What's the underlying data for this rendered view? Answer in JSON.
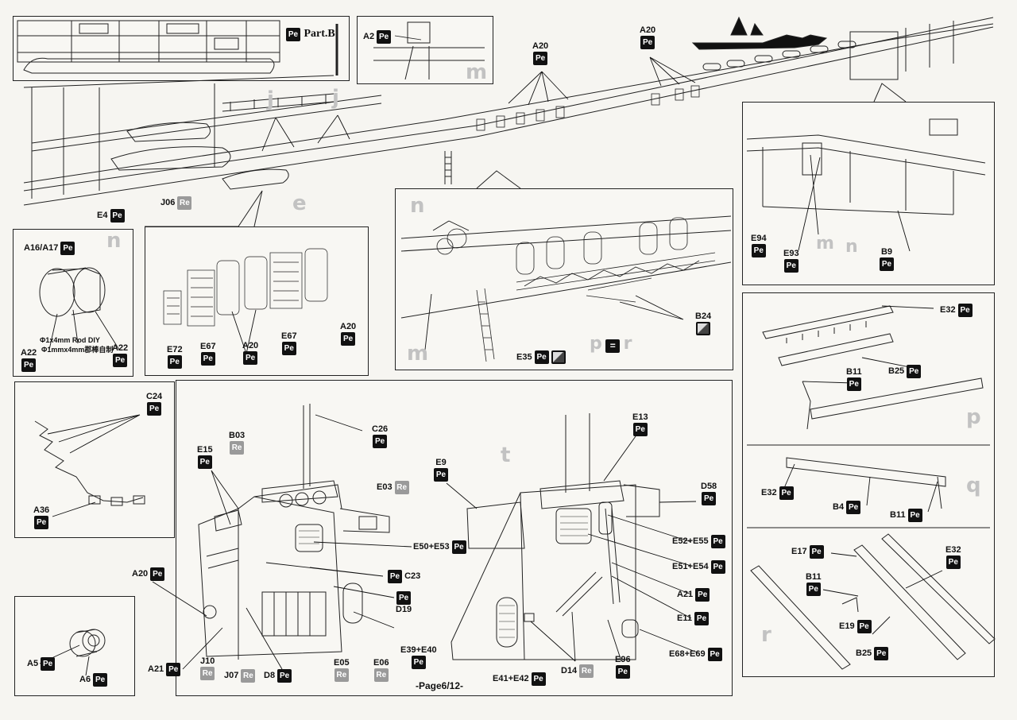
{
  "page_label": "-Page6/12-",
  "part_b": {
    "title": "Part.B",
    "tag": "Pe"
  },
  "detail_m": {
    "code": "A2",
    "tag": "Pe",
    "letter": "m"
  },
  "top_labels": {
    "a20_left": {
      "code": "A20",
      "tag": "Pe"
    },
    "a20_right": {
      "code": "A20",
      "tag": "Pe"
    },
    "j_letters": [
      "j",
      "j"
    ],
    "e_letter": "e",
    "e4": {
      "code": "E4",
      "tag": "Pe"
    },
    "j06": {
      "code": "J06",
      "tag": "Re"
    }
  },
  "panel_n": {
    "letter": "n",
    "a16": {
      "code": "A16/A17",
      "tag": "Pe"
    },
    "rod_note_1": "Φ1x4mm Rod DIY",
    "rod_note_2": "Φ1mmx4mm郡棒自制",
    "a22_left": {
      "code": "A22",
      "tag": "Pe"
    },
    "a22_right": {
      "code": "A22",
      "tag": "Pe"
    }
  },
  "panel_e": {
    "e72": {
      "code": "E72",
      "tag": "Pe"
    },
    "e67_left": {
      "code": "E67",
      "tag": "Pe"
    },
    "a20_mid": {
      "code": "A20",
      "tag": "Pe"
    },
    "e67_right": {
      "code": "E67",
      "tag": "Pe"
    },
    "a20_right": {
      "code": "A20",
      "tag": "Pe"
    }
  },
  "panel_center": {
    "letter_n": "n",
    "letter_m": "m",
    "pr_label": "p",
    "pr_label_2": "r",
    "b24": {
      "code": "B24"
    },
    "e35": {
      "code": "E35",
      "tag": "Pe"
    }
  },
  "panel_right_top": {
    "e94": {
      "code": "E94",
      "tag": "Pe"
    },
    "e93": {
      "code": "E93",
      "tag": "Pe"
    },
    "letter_m": "m",
    "letter_n": "n",
    "b9": {
      "code": "B9",
      "tag": "Pe"
    }
  },
  "panel_p": {
    "letter": "p",
    "e32": {
      "code": "E32",
      "tag": "Pe"
    },
    "b11": {
      "code": "B11",
      "tag": "Pe"
    },
    "b25": {
      "code": "B25",
      "tag": "Pe"
    }
  },
  "panel_q": {
    "letter": "q",
    "e32": {
      "code": "E32",
      "tag": "Pe"
    },
    "b4": {
      "code": "B4",
      "tag": "Pe"
    },
    "b11": {
      "code": "B11",
      "tag": "Pe"
    }
  },
  "panel_r": {
    "letter": "r",
    "e17": {
      "code": "E17",
      "tag": "Pe"
    },
    "b11": {
      "code": "B11",
      "tag": "Pe"
    },
    "e19": {
      "code": "E19",
      "tag": "Pe"
    },
    "e32": {
      "code": "E32",
      "tag": "Pe"
    },
    "b25": {
      "code": "B25",
      "tag": "Pe"
    }
  },
  "panel_c24": {
    "c24": {
      "code": "C24",
      "tag": "Pe"
    },
    "a36": {
      "code": "A36",
      "tag": "Pe"
    }
  },
  "panel_a5": {
    "a5": {
      "code": "A5",
      "tag": "Pe"
    },
    "a6": {
      "code": "A6",
      "tag": "Pe"
    }
  },
  "panel_tower": {
    "letter": "t",
    "c26": {
      "code": "C26",
      "tag": "Pe"
    },
    "b03": {
      "code": "B03",
      "tag": "Re"
    },
    "e15": {
      "code": "E15",
      "tag": "Pe"
    },
    "e03": {
      "code": "E03",
      "tag": "Re"
    },
    "e50": {
      "code": "E50+E53",
      "tag": "Pe"
    },
    "c23": {
      "code": "C23",
      "tag": "Pe"
    },
    "a20": {
      "code": "A20",
      "tag": "Pe"
    },
    "d19": {
      "code": "D19",
      "tag": "Pe"
    },
    "e39": {
      "code": "E39+E40",
      "tag": "Pe"
    },
    "a21": {
      "code": "A21",
      "tag": "Pe"
    },
    "j10": {
      "code": "J10",
      "tag": "Re"
    },
    "j07": {
      "code": "J07",
      "tag": "Re"
    },
    "d8": {
      "code": "D8",
      "tag": "Pe"
    },
    "e05": {
      "code": "E05",
      "tag": "Re"
    },
    "e06": {
      "code": "E06",
      "tag": "Re"
    },
    "e9": {
      "code": "E9",
      "tag": "Pe"
    },
    "e13": {
      "code": "E13",
      "tag": "Pe"
    },
    "d58": {
      "code": "D58",
      "tag": "Pe"
    },
    "e52": {
      "code": "E52+E55",
      "tag": "Pe"
    },
    "e51": {
      "code": "E51+E54",
      "tag": "Pe"
    },
    "a21_r": {
      "code": "A21",
      "tag": "Pe"
    },
    "e11": {
      "code": "E11",
      "tag": "Pe"
    },
    "e68": {
      "code": "E68+E69",
      "tag": "Pe"
    },
    "e96": {
      "code": "E96",
      "tag": "Pe"
    },
    "d14": {
      "code": "D14",
      "tag": "Re"
    },
    "e41": {
      "code": "E41+E42",
      "tag": "Pe"
    }
  }
}
